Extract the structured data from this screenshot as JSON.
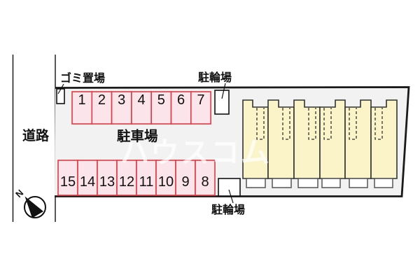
{
  "plan": {
    "road": {
      "label": "道路"
    },
    "site": {
      "fill": "#f2f2f2",
      "outline": "#1a1a1a"
    },
    "parking": {
      "label": "駐車場",
      "spot_fill": "#fbe4ea",
      "spot_border": "#e03a44",
      "top_row": [
        "1",
        "2",
        "3",
        "4",
        "5",
        "6",
        "7"
      ],
      "bottom_row": [
        "15",
        "14",
        "13",
        "12",
        "11",
        "10",
        "9",
        "8"
      ]
    },
    "garbage": {
      "label": "ゴミ置場"
    },
    "bicycle_top": {
      "label": "駐輪場"
    },
    "bicycle_bottom": {
      "label": "駐輪場"
    },
    "building": {
      "unit_count": 6,
      "fill": "#faf4c8",
      "border": "#333333"
    },
    "compass": {
      "label": "N"
    },
    "watermark": {
      "text": "ハウスコム"
    }
  }
}
